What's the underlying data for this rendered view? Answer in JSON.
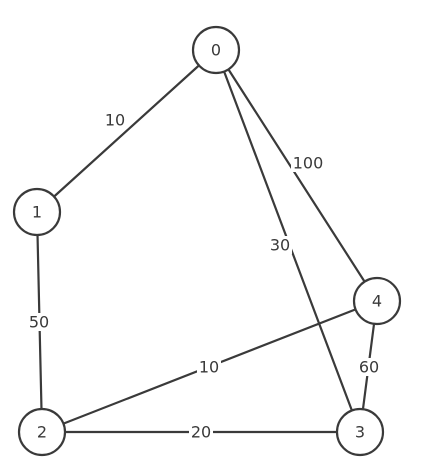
{
  "graph": {
    "nodes": [
      {
        "id": "0",
        "label": "0"
      },
      {
        "id": "1",
        "label": "1"
      },
      {
        "id": "2",
        "label": "2"
      },
      {
        "id": "3",
        "label": "3"
      },
      {
        "id": "4",
        "label": "4"
      }
    ],
    "edges": [
      {
        "source": "0",
        "target": "1",
        "label": "10"
      },
      {
        "source": "0",
        "target": "3",
        "label": "30"
      },
      {
        "source": "0",
        "target": "4",
        "label": "100"
      },
      {
        "source": "1",
        "target": "2",
        "label": "50"
      },
      {
        "source": "2",
        "target": "4",
        "label": "10"
      },
      {
        "source": "2",
        "target": "3",
        "label": "20"
      },
      {
        "source": "4",
        "target": "3",
        "label": "60"
      }
    ]
  }
}
